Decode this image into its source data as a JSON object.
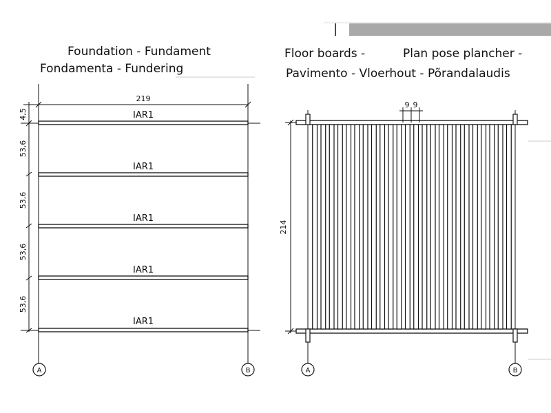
{
  "foundation": {
    "title_line1": "Foundation - Fundament",
    "title_line2": "Fondamenta - Fundering",
    "width_dim": "219",
    "top_dim": "4,5",
    "spacing_dims": [
      "53,6",
      "53,6",
      "53,6",
      "53,6"
    ],
    "beams": [
      "IAR1",
      "IAR1",
      "IAR1",
      "IAR1",
      "IAR1"
    ],
    "axis_left": "A",
    "axis_right": "B"
  },
  "floor": {
    "title_line1a": "Floor boards -",
    "title_line1b": "Plan pose plancher -",
    "title_line2": "Pavimento - Vloerhout - Põrandalaudis",
    "board_dims": [
      "9",
      "9"
    ],
    "height_dim": "214",
    "board_count": 24,
    "axis_left": "A",
    "axis_right": "B"
  },
  "colors": {
    "line": "#111111",
    "gray_bar": "#a9a9a9",
    "light_line": "#cccccc"
  }
}
